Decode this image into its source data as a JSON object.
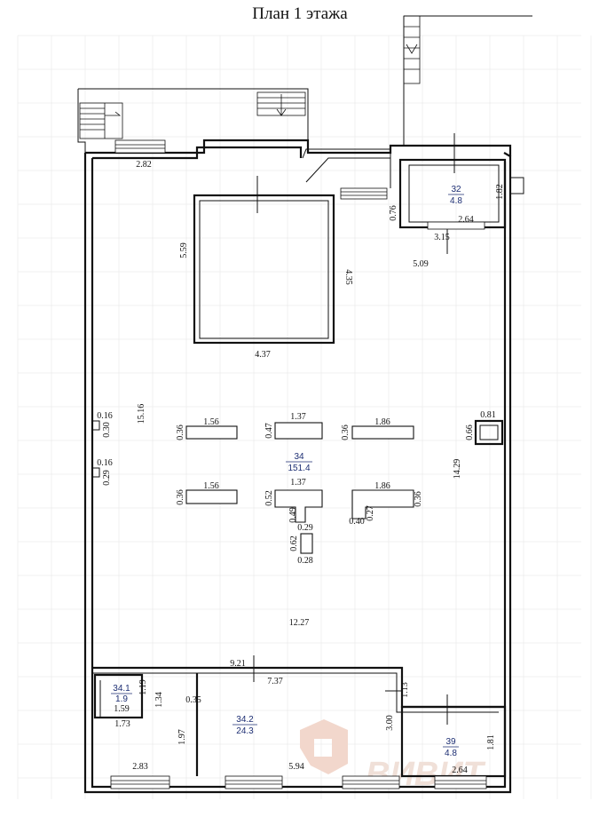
{
  "title": "План 1 этажа",
  "rooms": {
    "r32": {
      "id": "32",
      "area": "4.8"
    },
    "r34": {
      "id": "34",
      "area": "151.4"
    },
    "r34_1": {
      "id": "34.1",
      "area": "1.9"
    },
    "r34_2": {
      "id": "34.2",
      "area": "24.3"
    },
    "r39": {
      "id": "39",
      "area": "4.8"
    }
  },
  "dims": {
    "d_2_82": "2.82",
    "d_5_59": "5.59",
    "d_4_35": "4.35",
    "d_4_37": "4.37",
    "d_0_76": "0.76",
    "d_1_82": "1.82",
    "d_2_64_top": "2.64",
    "d_3_15": "3.15",
    "d_5_09": "5.09",
    "d_0_16_a": "0.16",
    "d_0_30": "0.30",
    "d_15_16": "15.16",
    "d_0_16_b": "0.16",
    "d_0_29_left": "0.29",
    "d_0_36_a": "0.36",
    "d_1_56_a": "1.56",
    "d_0_47": "0.47",
    "d_1_37_a": "1.37",
    "d_0_36_b": "0.36",
    "d_1_86_a": "1.86",
    "d_0_81": "0.81",
    "d_0_66": "0.66",
    "d_14_29": "14.29",
    "d_0_36_c": "0.36",
    "d_1_56_b": "1.56",
    "d_0_52": "0.52",
    "d_1_37_b": "1.37",
    "d_1_86_b": "1.86",
    "d_0_36_d": "0.36",
    "d_0_49": "0.49",
    "d_0_29": "0.29",
    "d_0_40": "0.40",
    "d_0_27": "0.27",
    "d_0_62": "0.62",
    "d_0_28": "0.28",
    "d_12_27": "12.27",
    "d_9_21": "9.21",
    "d_7_37": "7.37",
    "d_1_13": "1.13",
    "d_1_19": "1.19",
    "d_1_59": "1.59",
    "d_1_34": "1.34",
    "d_0_35": "0.35",
    "d_1_73": "1.73",
    "d_1_97": "1.97",
    "d_3_00": "3.00",
    "d_1_81": "1.81",
    "d_2_83": "2.83",
    "d_5_94": "5.94",
    "d_2_64_bottom": "2.64"
  },
  "watermark": {
    "text": "ВИВИТ",
    "color": "#f2d7cc"
  }
}
